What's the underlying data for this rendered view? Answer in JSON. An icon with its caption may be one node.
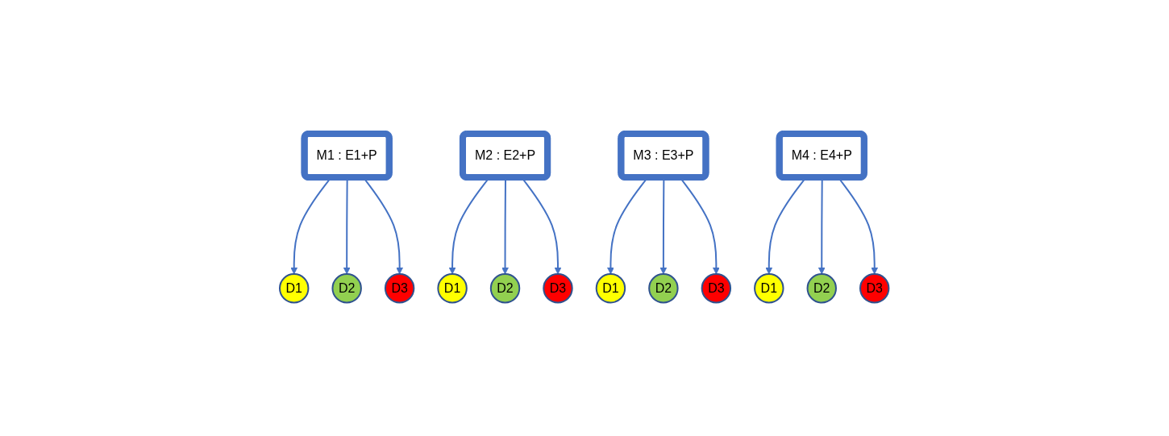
{
  "diagram": {
    "nodes": [
      {
        "text": [
          "M1 : E1+P"
        ]
      },
      {
        "text": [
          "M2 : E2+P"
        ]
      },
      {
        "text": [
          "M3 : E3+P"
        ]
      },
      {
        "text": [
          "M4 : E4+P"
        ]
      },
      {
        "text": [
          "D1"
        ]
      },
      {
        "text": [
          "D2"
        ]
      },
      {
        "text": [
          "D3"
        ]
      },
      {
        "text": [
          "D1"
        ]
      },
      {
        "text": [
          "D2"
        ]
      },
      {
        "text": [
          "D3"
        ]
      },
      {
        "text": [
          "D1"
        ]
      },
      {
        "text": [
          "D2"
        ]
      },
      {
        "text": [
          "D3"
        ]
      },
      {
        "text": [
          "D1"
        ]
      },
      {
        "text": [
          "D2"
        ]
      },
      {
        "text": [
          "D3"
        ]
      }
    ],
    "edges": [
      {
        "from": 0,
        "to": 4,
        "arrow": "to"
      },
      {
        "from": 0,
        "to": 5,
        "arrow": "to"
      },
      {
        "from": 0,
        "to": 6,
        "arrow": "to"
      },
      {
        "from": 1,
        "to": 7,
        "arrow": "to"
      },
      {
        "from": 1,
        "to": 8,
        "arrow": "to"
      },
      {
        "from": 1,
        "to": 9,
        "arrow": "to"
      },
      {
        "from": 2,
        "to": 10,
        "arrow": "to"
      },
      {
        "from": 2,
        "to": 11,
        "arrow": "to"
      },
      {
        "from": 2,
        "to": 12,
        "arrow": "to"
      },
      {
        "from": 3,
        "to": 13,
        "arrow": "to"
      },
      {
        "from": 3,
        "to": 14,
        "arrow": "to"
      },
      {
        "from": 3,
        "to": 15,
        "arrow": "to"
      }
    ]
  }
}
